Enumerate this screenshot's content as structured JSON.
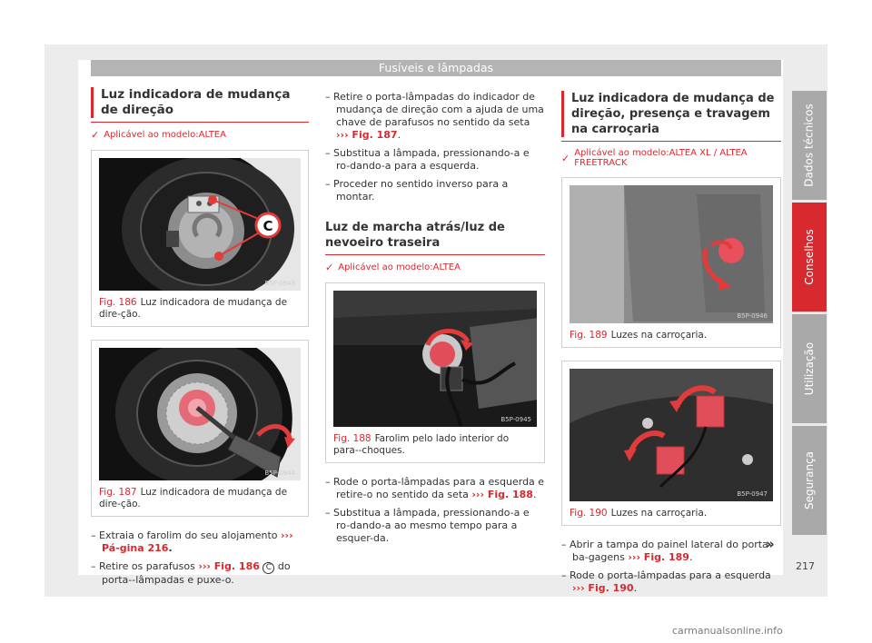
{
  "header": {
    "title": "Fusíveis e lâmpadas"
  },
  "colA": {
    "heading": "Luz indicadora de mudança de direção",
    "applicability": "Aplicável ao modelo:ALTEA",
    "fig186": {
      "code": "B5P-0943",
      "number": "Fig. 186",
      "caption": "Luz indicadora de mudança de dire-ção."
    },
    "fig187": {
      "code": "B5P-0944",
      "number": "Fig. 187",
      "caption": "Luz indicadora de mudança de dire-ção."
    },
    "step1": {
      "text": "Extraia o farolim do seu alojamento ",
      "ref": "››› Pá-gina 216",
      "end": "."
    },
    "step2": {
      "text": "Retire os parafusos ",
      "ref": "››› Fig. 186",
      "callout": "C",
      "end": " do porta--lâmpadas e puxe-o."
    }
  },
  "colB": {
    "step3": {
      "text": "Retire o porta-lâmpadas do indicador de mudança de direção com a ajuda de uma chave de parafusos no sentido da seta ",
      "ref": "››› Fig. 187",
      "end": "."
    },
    "step4": "Substitua a lâmpada, pressionando-a e ro-dando-a para a esquerda.",
    "step5": "Proceder no sentido inverso para a montar.",
    "heading": "Luz de marcha atrás/luz de nevoeiro traseira",
    "applicability": "Aplicável ao modelo:ALTEA",
    "fig188": {
      "code": "B5P-0945",
      "number": "Fig. 188",
      "caption": "Farolim pelo lado interior do para--choques."
    },
    "step6": {
      "text": "Rode o porta-lâmpadas para a esquerda e retire-o no sentido da seta ",
      "ref": "››› Fig. 188",
      "end": "."
    },
    "step7": "Substitua a lâmpada, pressionando-a e ro-dando-a ao mesmo tempo para a esquer-da."
  },
  "colC": {
    "heading": "Luz indicadora de mudança de direção, presença e travagem na carroçaria",
    "applicability": "Aplicável ao modelo:ALTEA XL / ALTEA FREETRACK",
    "fig189": {
      "code": "B5P-0946",
      "number": "Fig. 189",
      "caption": "Luzes na carroçaria."
    },
    "fig190": {
      "code": "B5P-0947",
      "number": "Fig. 190",
      "caption": "Luzes na carroçaria."
    },
    "step8": {
      "text": "Abrir a tampa do painel lateral do porta-ba-gagens ",
      "ref": "››› Fig. 189",
      "end": "."
    },
    "step9": {
      "text": "Rode o porta-lâmpadas para a esquerda ",
      "ref": "››› Fig. 190",
      "end": "."
    }
  },
  "sidebar": {
    "tabs": [
      {
        "label": "Dados técnicos",
        "color": "#a9a9a9"
      },
      {
        "label": "Conselhos",
        "color": "#d8292f"
      },
      {
        "label": "Utilização",
        "color": "#a9a9a9"
      },
      {
        "label": "Segurança",
        "color": "#a9a9a9"
      }
    ]
  },
  "page": {
    "number": "217",
    "continue": "»"
  },
  "footer": {
    "watermark": "carmanualsonline.info"
  },
  "colors": {
    "accent": "#d8292f",
    "header": "#b4b4b4"
  }
}
